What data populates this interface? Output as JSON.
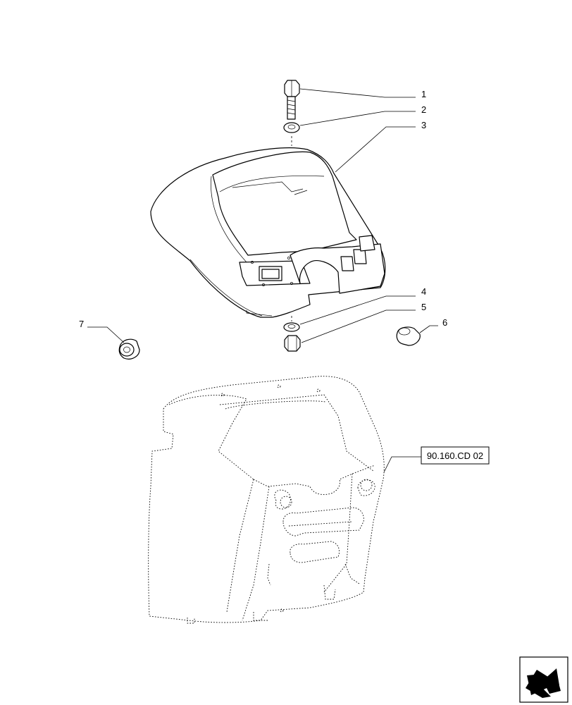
{
  "callouts": [
    {
      "id": "1",
      "label": "1"
    },
    {
      "id": "2",
      "label": "2"
    },
    {
      "id": "3",
      "label": "3"
    },
    {
      "id": "4",
      "label": "4"
    },
    {
      "id": "5",
      "label": "5"
    },
    {
      "id": "6",
      "label": "6"
    },
    {
      "id": "7",
      "label": "7"
    }
  ],
  "reference": {
    "label": "90.160.CD 02"
  },
  "nav": {
    "icon": "navigation-arrow-icon"
  }
}
